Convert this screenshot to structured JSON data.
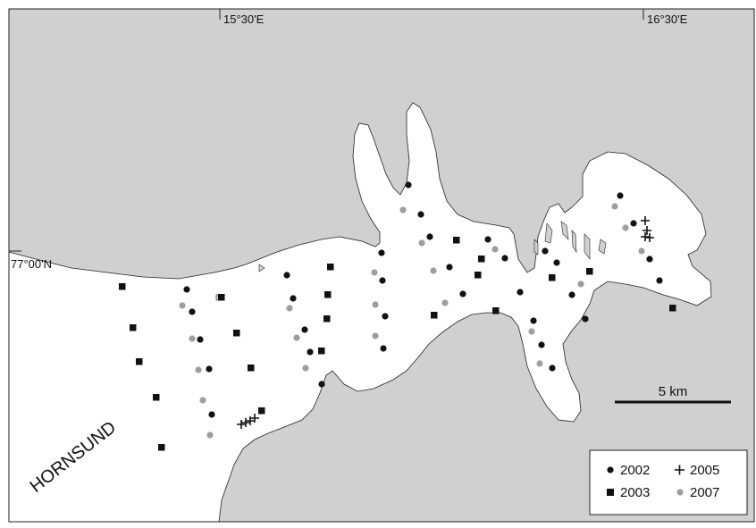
{
  "map": {
    "region_label": "HORNSUND",
    "graticule": {
      "longitudes": [
        "15°30'E",
        "16°30'E"
      ],
      "latitudes": [
        "77°00'N"
      ]
    },
    "scale_bar": {
      "label": "5 km"
    },
    "legend": [
      {
        "label": "2002",
        "marker": "dot",
        "color": "#111111"
      },
      {
        "label": "2005",
        "marker": "plus",
        "color": "#111111"
      },
      {
        "label": "2003",
        "marker": "square",
        "color": "#111111"
      },
      {
        "label": "2007",
        "marker": "dot",
        "color": "#9e9e9e"
      }
    ],
    "colors": {
      "land": "#d0d0d0",
      "water": "#ffffff",
      "outline": "#222222"
    }
  }
}
